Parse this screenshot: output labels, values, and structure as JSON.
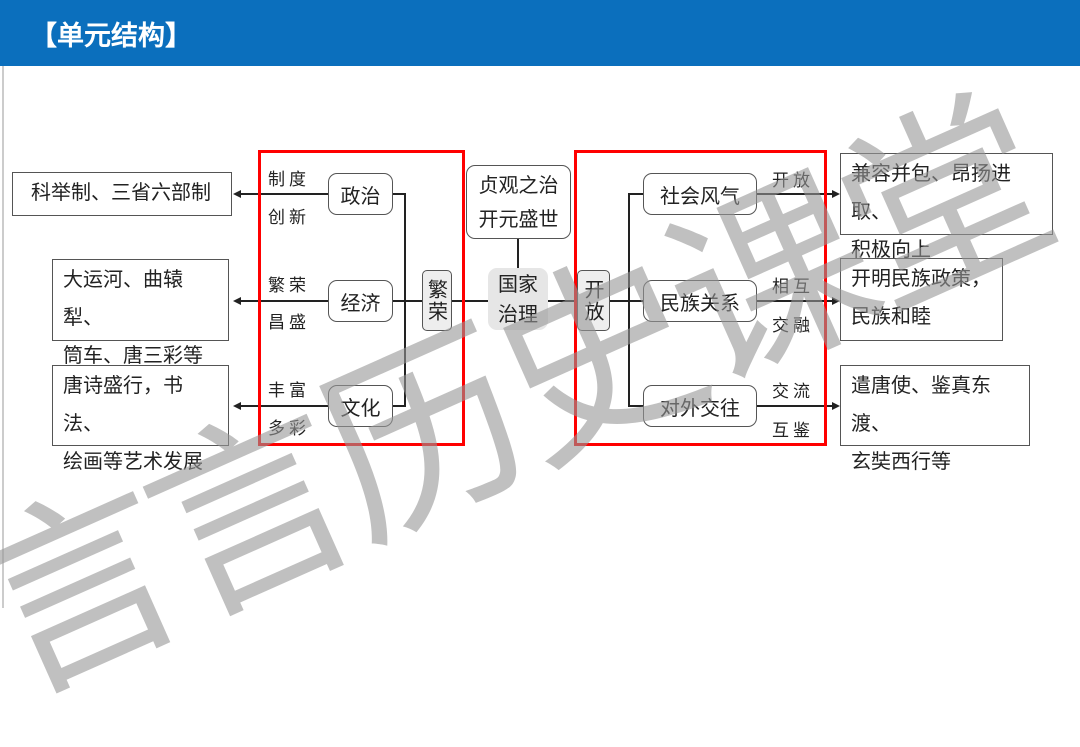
{
  "header": {
    "title": "【单元结构】",
    "color": "#0b6fbd"
  },
  "center": {
    "top": "贞观之治\n开元盛世",
    "top_lines": [
      "贞观之治",
      "开元盛世"
    ],
    "core": [
      "国家",
      "治理"
    ]
  },
  "left": {
    "hub": "繁荣",
    "branches": [
      {
        "node": "政治",
        "labels": [
          "制度",
          "创新"
        ],
        "result": [
          "科举制、三省六部制"
        ]
      },
      {
        "node": "经济",
        "labels": [
          "繁荣",
          "昌盛"
        ],
        "result": [
          "大运河、曲辕犁、",
          "筒车、唐三彩等"
        ]
      },
      {
        "node": "文化",
        "labels": [
          "丰富",
          "多彩"
        ],
        "result": [
          "唐诗盛行，书法、",
          "绘画等艺术发展"
        ]
      }
    ]
  },
  "right": {
    "hub": "开放",
    "branches": [
      {
        "node": "社会风气",
        "labels": [
          "开放"
        ],
        "result": [
          "兼容并包、昂扬进取、",
          "积极向上"
        ]
      },
      {
        "node": "民族关系",
        "labels": [
          "相互",
          "交融"
        ],
        "result": [
          "开明民族政策，",
          "民族和睦"
        ]
      },
      {
        "node": "对外交往",
        "labels": [
          "交流",
          "互鉴"
        ],
        "result": [
          "遣唐使、鉴真东渡、",
          "玄奘西行等"
        ]
      }
    ]
  },
  "highlight_color": "#ff0000",
  "watermark": "言言历史课堂"
}
